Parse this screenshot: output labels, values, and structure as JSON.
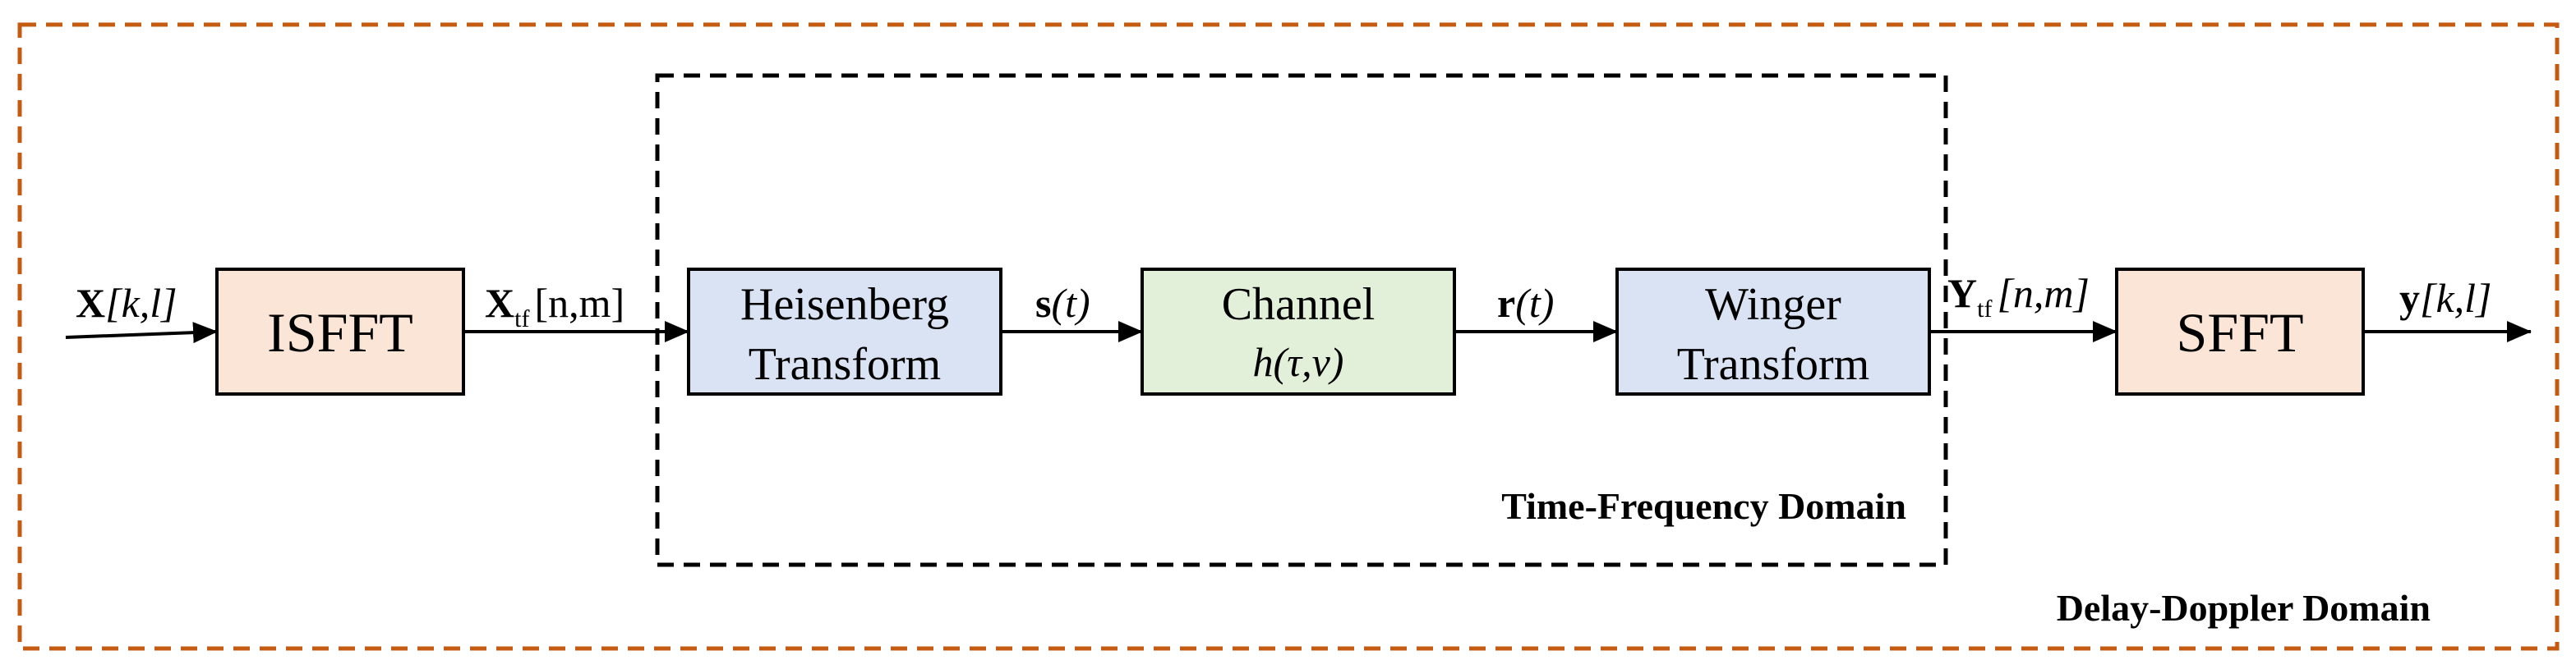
{
  "domains": {
    "outer_label": "Delay-Doppler Domain",
    "inner_label": "Time-Frequency Domain"
  },
  "blocks": {
    "isfft": {
      "line1": "ISFFT"
    },
    "heisenberg": {
      "line1": "Heisenberg",
      "line2": "Transform"
    },
    "channel": {
      "line1": "Channel",
      "line2_func": "h",
      "line2_args": "(τ,ν)"
    },
    "winger": {
      "line1": "Winger",
      "line2": "Transform"
    },
    "sfft": {
      "line1": "SFFT"
    }
  },
  "signals": {
    "input": {
      "sym": "X",
      "idx": "[k,l]"
    },
    "xtf": {
      "sym": "X",
      "sub": "tf",
      "idx": "[n,m]"
    },
    "st": {
      "sym": "s",
      "arg": "(t)"
    },
    "rt": {
      "sym": "r",
      "arg": "(t)"
    },
    "ytf": {
      "sym": "Y",
      "sub": "tf",
      "idx": "[n,m]"
    },
    "output": {
      "sym": "y",
      "idx": "[k,l]"
    }
  },
  "colors": {
    "outer_border": "#c55a11",
    "inner_border": "#000000",
    "isfft_fill": "#fbe5d6",
    "heisenberg_fill": "#dae3f3",
    "channel_fill": "#e2f0d9",
    "winger_fill": "#dae3f3",
    "sfft_fill": "#fbe5d6"
  }
}
